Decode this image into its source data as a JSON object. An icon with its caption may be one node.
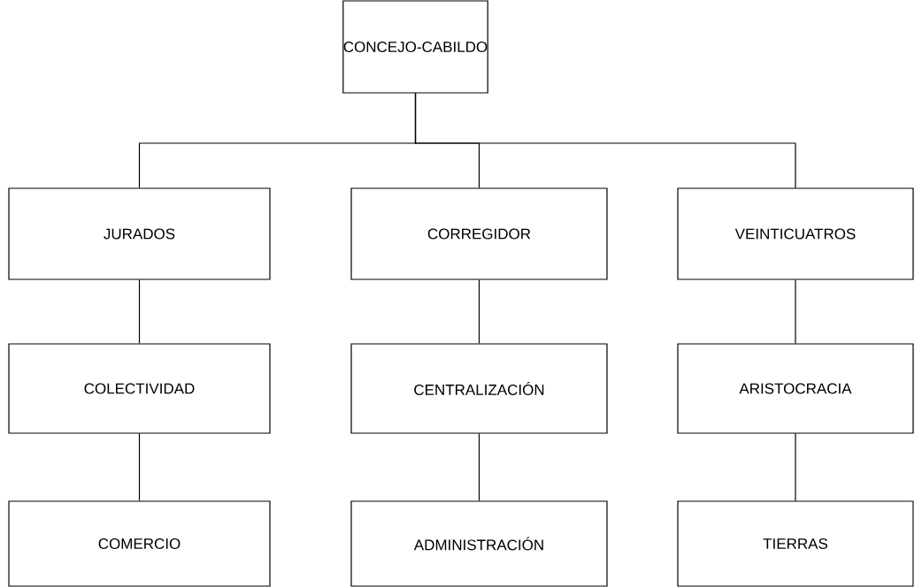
{
  "diagram": {
    "nodes": [
      {
        "text": [
          "CONCEJO-CABILDO"
        ]
      },
      {
        "text": [
          "JURADOS"
        ]
      },
      {
        "text": [
          "CORREGIDOR"
        ]
      },
      {
        "text": [
          "VEINTICUATROS"
        ]
      },
      {
        "text": [
          "COLECTIVIDAD"
        ]
      },
      {
        "text": [
          "CENTRALIZACIÓN"
        ]
      },
      {
        "text": [
          "ARISTOCRACIA"
        ]
      },
      {
        "text": [
          "COMERCIO"
        ]
      },
      {
        "text": [
          "ADMINISTRACIÓN"
        ]
      },
      {
        "text": [
          "TIERRAS"
        ]
      }
    ],
    "edges": [
      {
        "from": 0,
        "to": 1,
        "arrow": "none"
      },
      {
        "from": 0,
        "to": 2,
        "arrow": "none"
      },
      {
        "from": 0,
        "to": 3,
        "arrow": "none"
      },
      {
        "from": 1,
        "to": 4,
        "arrow": "none"
      },
      {
        "from": 2,
        "to": 5,
        "arrow": "none"
      },
      {
        "from": 3,
        "to": 6,
        "arrow": "none"
      },
      {
        "from": 4,
        "to": 7,
        "arrow": "none"
      },
      {
        "from": 5,
        "to": 8,
        "arrow": "none"
      },
      {
        "from": 6,
        "to": 9,
        "arrow": "none"
      }
    ]
  }
}
